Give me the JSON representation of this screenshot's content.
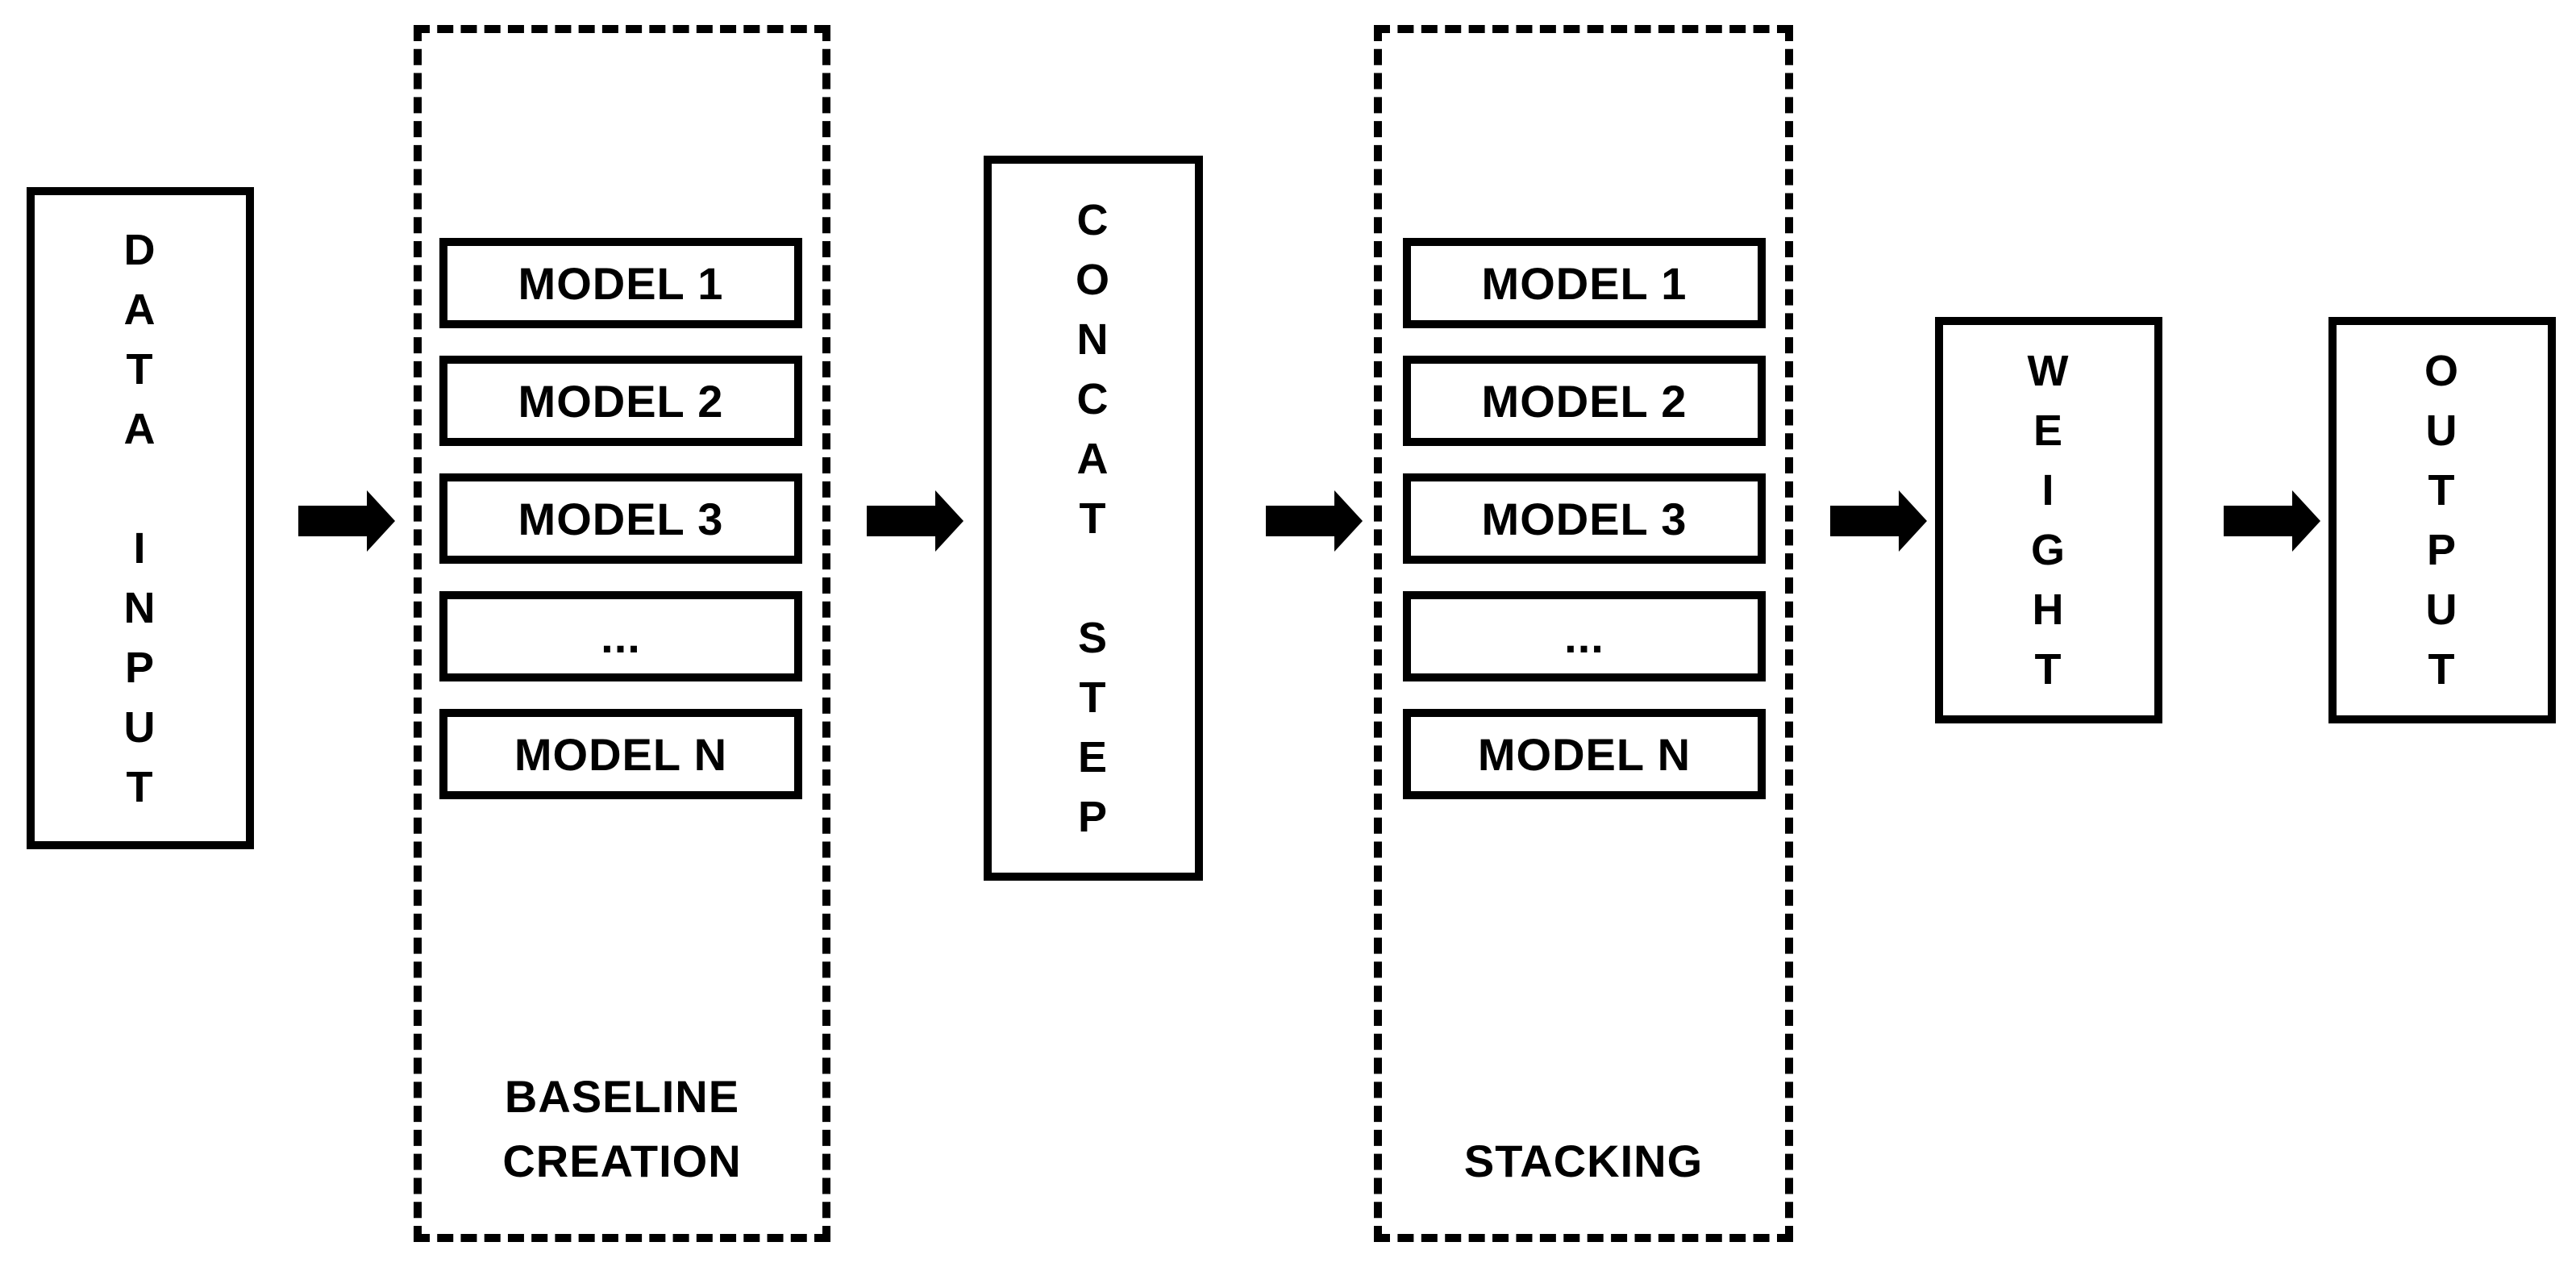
{
  "canvas": {
    "background": "#ffffff",
    "stroke_color": "#000000"
  },
  "nodes": {
    "data_input": {
      "label": "DATA INPUT",
      "stacked": "D\nA\nT\nA\n\nI\nN\nP\nU\nT"
    },
    "baseline_creation": {
      "label": "BASELINE\nCREATION",
      "models": [
        "MODEL 1",
        "MODEL 2",
        "MODEL 3",
        "...",
        "MODEL N"
      ]
    },
    "concat_step": {
      "label": "CONCAT STEP",
      "stacked": "C\nO\nN\nC\nA\nT\n\nS\nT\nE\nP"
    },
    "stacking": {
      "label": "STACKING",
      "models": [
        "MODEL 1",
        "MODEL 2",
        "MODEL 3",
        "...",
        "MODEL N"
      ]
    },
    "weight": {
      "label": "WEIGHT",
      "stacked": "W\nE\nI\nG\nH\nT"
    },
    "output": {
      "label": "OUTPUT",
      "stacked": "O\nU\nT\nP\nU\nT"
    }
  },
  "arrows": {
    "count": 5,
    "direction": "right",
    "color": "#000000"
  }
}
